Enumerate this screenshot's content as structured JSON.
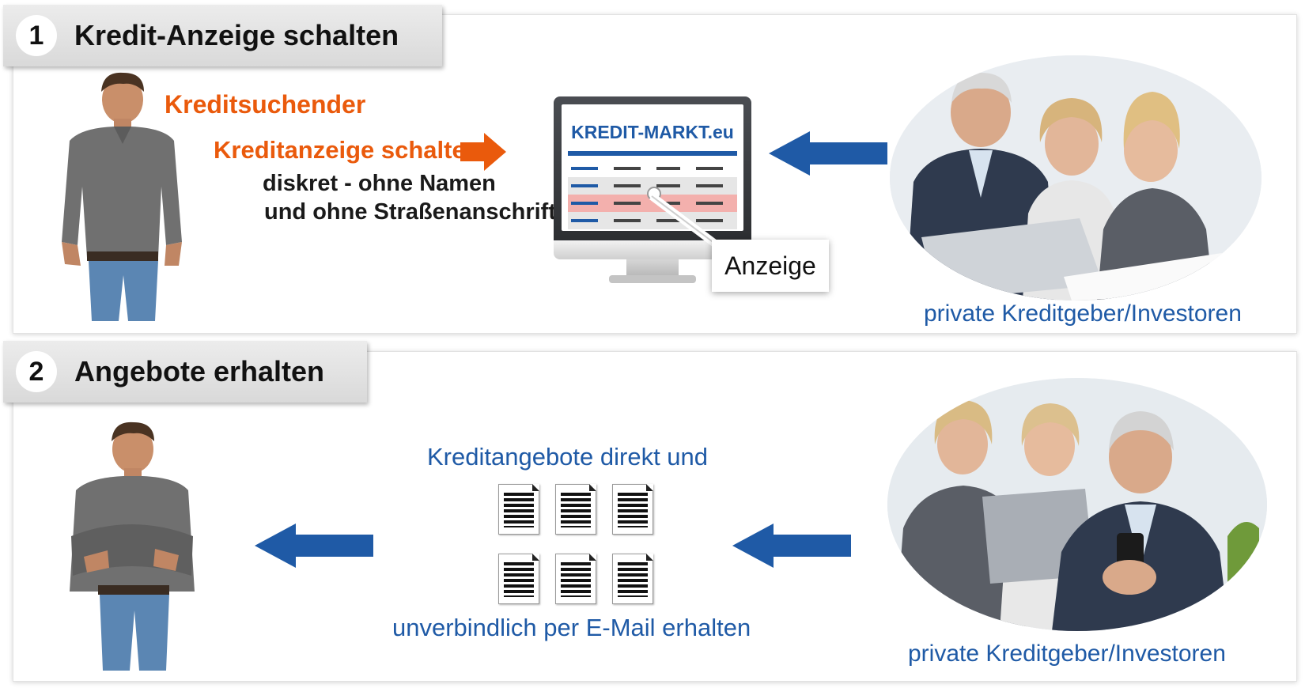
{
  "step1": {
    "number": "1",
    "title": "Kredit-Anzeige schalten",
    "seeker_label": "Kreditsuchender",
    "action_label": "Kreditanzeige schalten",
    "note_line1": "diskret - ohne Namen",
    "note_line2": "und ohne Straßenanschrift",
    "site_logo": "KREDIT-MARKT.eu",
    "ad_label": "Anzeige",
    "investors_label": "private Kreditgeber/Investoren"
  },
  "step2": {
    "number": "2",
    "title": "Angebote erhalten",
    "offers_line1": "Kreditangebote direkt und",
    "offers_line2": "unverbindlich per E-Mail erhalten",
    "investors_label": "private Kreditgeber/Investoren"
  },
  "colors": {
    "accent_orange": "#ea5a0c",
    "accent_blue": "#1f5aa6",
    "tab_gray": "#dcdcdc",
    "highlight_row": "#f3b0ad"
  },
  "icons": [
    "person-illustration",
    "monitor-icon",
    "document-icon",
    "arrow-right-icon",
    "arrow-left-icon",
    "investors-photo"
  ]
}
